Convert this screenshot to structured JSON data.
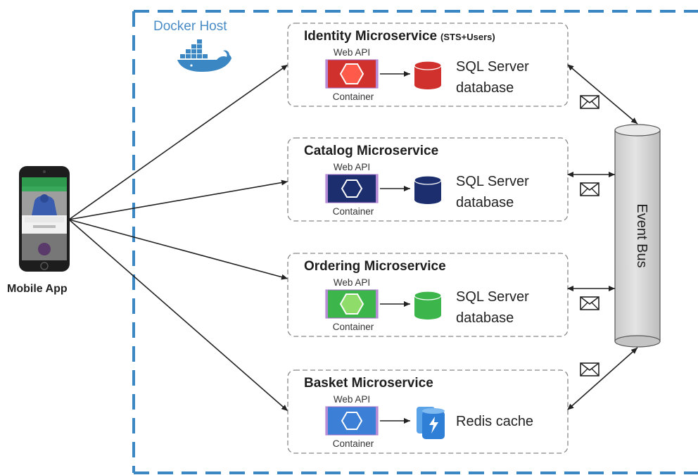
{
  "host": {
    "title": "Docker Host"
  },
  "client": {
    "label": "Mobile App"
  },
  "services": [
    {
      "title": "Identity Microservice",
      "subtitle": "(STS+Users)",
      "api_label": "Web API",
      "container_label": "Container",
      "store_line1": "SQL Server",
      "store_line2": "database",
      "color": "#d0312d",
      "store_type": "sql"
    },
    {
      "title": "Catalog Microservice",
      "subtitle": "",
      "api_label": "Web API",
      "container_label": "Container",
      "store_line1": "SQL Server",
      "store_line2": "database",
      "color": "#1c2e6e",
      "store_type": "sql"
    },
    {
      "title": "Ordering Microservice",
      "subtitle": "",
      "api_label": "Web API",
      "container_label": "Container",
      "store_line1": "SQL Server",
      "store_line2": "database",
      "color": "#3cb54a",
      "store_type": "sql"
    },
    {
      "title": "Basket Microservice",
      "subtitle": "",
      "api_label": "Web API",
      "container_label": "Container",
      "store_line1": "Redis cache",
      "store_line2": "",
      "color": "#3b7fd6",
      "store_type": "redis"
    }
  ],
  "bus": {
    "label": "Event Bus"
  },
  "colors": {
    "host_border": "#3a87c4",
    "arrow": "#222222",
    "bus_fill": "#d9d9d9"
  },
  "icons": {
    "whale": "docker-whale-icon",
    "envelope": "envelope-icon",
    "phone": "smartphone-icon"
  }
}
